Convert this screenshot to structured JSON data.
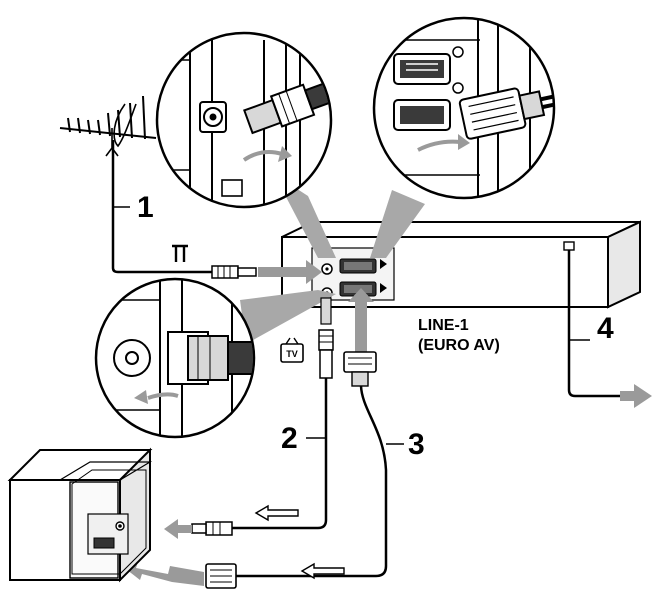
{
  "labels": {
    "step1": "1",
    "step2": "2",
    "step3": "3",
    "step4": "4",
    "line_name": "LINE-1",
    "line_sub": "(EURO AV)",
    "tv_icon_text": "TV"
  },
  "colors": {
    "line": "#000000",
    "gray": "#9a9a9a",
    "light": "#d8d8d8",
    "dark": "#3a3a3a",
    "white": "#ffffff"
  },
  "icons": [
    "antenna-icon",
    "tv-icon",
    "arrow-right-icon",
    "arrow-left-icon"
  ]
}
